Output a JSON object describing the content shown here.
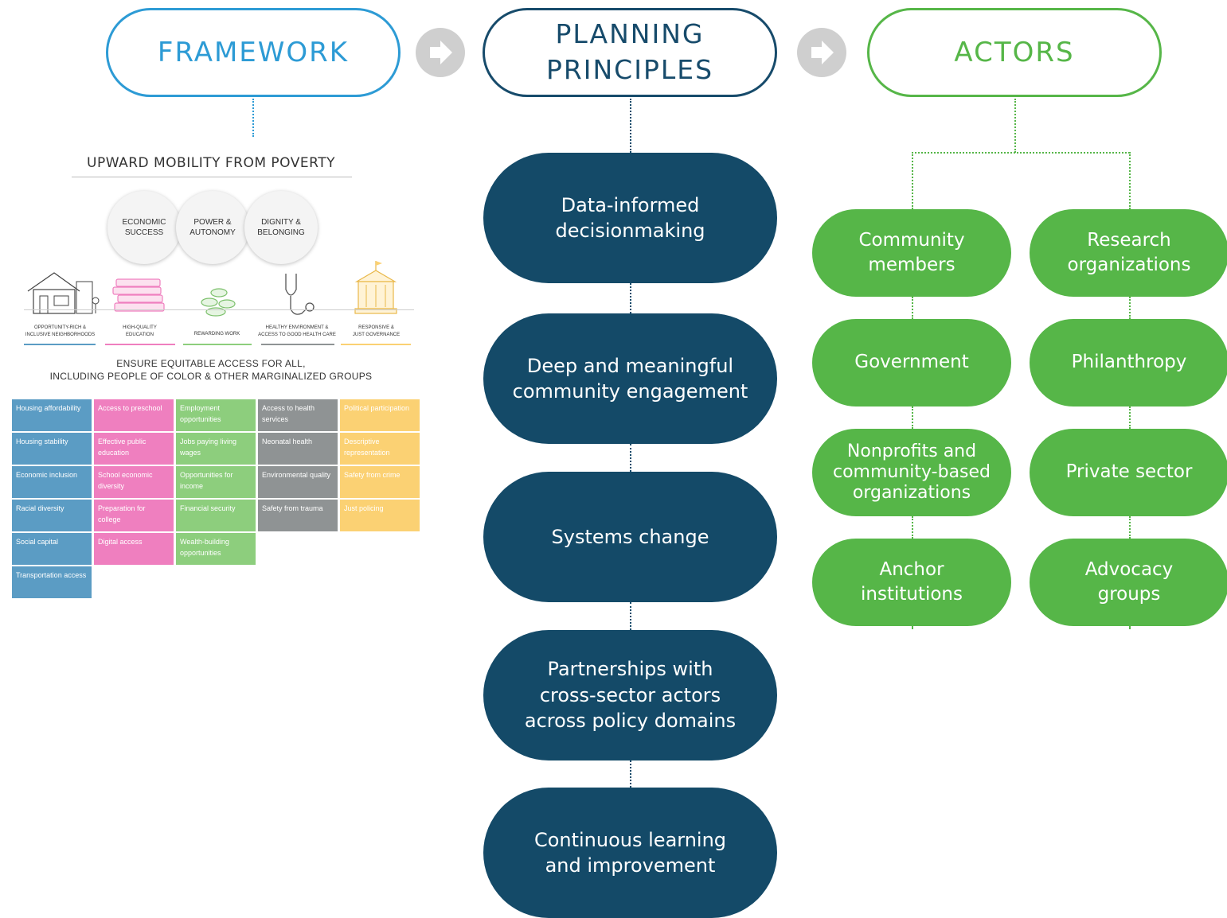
{
  "headers": {
    "framework": "FRAMEWORK",
    "planning_line1": "PLANNING",
    "planning_line2": "PRINCIPLES",
    "actors": "ACTORS"
  },
  "colors": {
    "framework": "#2d9bd5",
    "planning": "#174b6b",
    "planning_fill": "#144a68",
    "actors": "#56b648",
    "arrow": "#cfcfcf"
  },
  "framework": {
    "title": "UPWARD MOBILITY FROM POVERTY",
    "circles": [
      "ECONOMIC\nSUCCESS",
      "POWER &\nAUTONOMY",
      "DIGNITY &\nBELONGING"
    ],
    "pillars": [
      {
        "label": "OPPORTUNITY-RICH &\nINCLUSIVE NEIGHBORHOODS",
        "icon": "house-icon",
        "color": "#5b9cc4"
      },
      {
        "label": "HIGH-QUALITY\nEDUCATION",
        "icon": "books-icon",
        "color": "#ef7fbf"
      },
      {
        "label": "REWARDING WORK",
        "icon": "coins-icon",
        "color": "#8dce7d"
      },
      {
        "label": "HEALTHY ENVIRONMENT &\nACCESS TO GOOD HEALTH CARE",
        "icon": "stethoscope-icon",
        "color": "#8f9394"
      },
      {
        "label": "RESPONSIVE &\nJUST GOVERNANCE",
        "icon": "capitol-icon",
        "color": "#fbd173"
      }
    ],
    "equitable": "ENSURE EQUITABLE ACCESS FOR ALL,\nINCLUDING PEOPLE OF COLOR & OTHER MARGINALIZED GROUPS",
    "columns": [
      {
        "color": "#5b9cc4",
        "items": [
          "Housing affordability",
          "Housing stability",
          "Economic inclusion",
          "Racial diversity",
          "Social capital",
          "Transportation access"
        ]
      },
      {
        "color": "#ef7fbf",
        "items": [
          "Access to preschool",
          "Effective public education",
          "School economic diversity",
          "Preparation for college",
          "Digital access"
        ]
      },
      {
        "color": "#8dce7d",
        "items": [
          "Employment opportunities",
          "Jobs paying living wages",
          "Opportunities for income",
          "Financial security",
          "Wealth-building opportunities"
        ]
      },
      {
        "color": "#8f9394",
        "items": [
          "Access to health services",
          "Neonatal health",
          "Environmental quality",
          "Safety from trauma"
        ]
      },
      {
        "color": "#fbd173",
        "items": [
          "Political participation",
          "Descriptive representation",
          "Safety from crime",
          "Just policing"
        ]
      }
    ]
  },
  "principles": [
    "Data-informed\ndecisionmaking",
    "Deep and meaningful\ncommunity engagement",
    "Systems change",
    "Partnerships with\ncross-sector actors\nacross policy domains",
    "Continuous learning\nand improvement"
  ],
  "actors": {
    "left": [
      "Community\nmembers",
      "Government",
      "Nonprofits and\ncommunity-based\norganizations",
      "Anchor\ninstitutions"
    ],
    "right": [
      "Research\norganizations",
      "Philanthropy",
      "Private sector",
      "Advocacy\ngroups"
    ]
  }
}
